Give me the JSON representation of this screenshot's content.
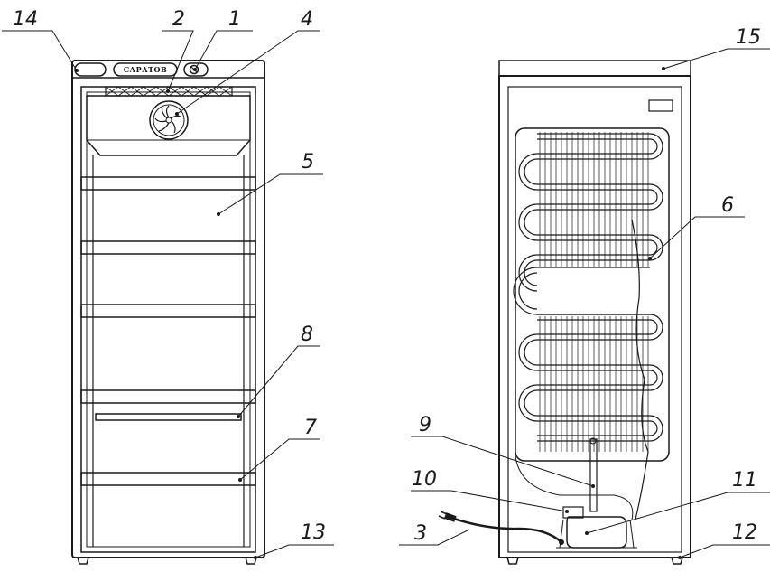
{
  "diagram": {
    "brand_label": "САРАТОВ",
    "callouts": [
      {
        "id": "callout-14",
        "label": "14"
      },
      {
        "id": "callout-2",
        "label": "2"
      },
      {
        "id": "callout-1",
        "label": "1"
      },
      {
        "id": "callout-4",
        "label": "4"
      },
      {
        "id": "callout-5",
        "label": "5"
      },
      {
        "id": "callout-8",
        "label": "8"
      },
      {
        "id": "callout-7",
        "label": "7"
      },
      {
        "id": "callout-13",
        "label": "13"
      },
      {
        "id": "callout-15",
        "label": "15"
      },
      {
        "id": "callout-6",
        "label": "6"
      },
      {
        "id": "callout-9",
        "label": "9"
      },
      {
        "id": "callout-10",
        "label": "10"
      },
      {
        "id": "callout-3",
        "label": "3"
      },
      {
        "id": "callout-11",
        "label": "11"
      },
      {
        "id": "callout-12",
        "label": "12"
      }
    ]
  }
}
